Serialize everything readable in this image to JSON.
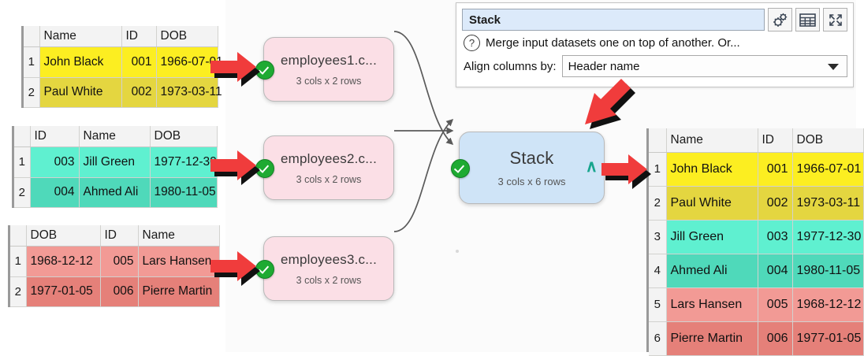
{
  "app": {
    "canvas_background": "#fbfbfb",
    "accent_annotation_color": "#f03c3c"
  },
  "panel": {
    "name_value": "Stack",
    "description": "Merge input datasets one on top of another. Or...",
    "help_icon": "question-mark-icon",
    "align_label": "Align columns by:",
    "align_value": "Header name",
    "buttons": [
      {
        "name": "settings-gears-icon",
        "label": ""
      },
      {
        "name": "table-grid-icon",
        "label": ""
      },
      {
        "name": "expand-icon",
        "label": ""
      }
    ]
  },
  "nodes": [
    {
      "id": "node1",
      "title": "employees1.c...",
      "subtitle": "3 cols x 2 rows",
      "status": "ok",
      "color": "#fbdfe6"
    },
    {
      "id": "node2",
      "title": "employees2.c...",
      "subtitle": "3 cols x 2 rows",
      "status": "ok",
      "color": "#fbdfe6"
    },
    {
      "id": "node3",
      "title": "employees3.c...",
      "subtitle": "3 cols x 2 rows",
      "status": "ok",
      "color": "#fbdfe6"
    },
    {
      "id": "nodeS",
      "title": "Stack",
      "subtitle": "3 cols x 6 rows",
      "status": "ok",
      "color": "#cfe4f7",
      "output_caret": "∧"
    }
  ],
  "tables": {
    "employees1": {
      "headers": [
        "",
        "Name",
        "ID",
        "DOB"
      ],
      "rows": [
        {
          "num": "1",
          "cells": [
            "John Black",
            "001",
            "1966-07-01"
          ]
        },
        {
          "num": "2",
          "cells": [
            "Paul White",
            "002",
            "1973-03-11"
          ]
        }
      ],
      "fill": "#fcee21"
    },
    "employees2": {
      "headers": [
        "",
        "ID",
        "Name",
        "DOB"
      ],
      "rows": [
        {
          "num": "1",
          "cells": [
            "003",
            "Jill Green",
            "1977-12-30"
          ]
        },
        {
          "num": "2",
          "cells": [
            "004",
            "Ahmed Ali",
            "1980-11-05"
          ]
        }
      ],
      "fill": "#5ff0d0"
    },
    "employees3": {
      "headers": [
        "",
        "DOB",
        "ID",
        "Name"
      ],
      "rows": [
        {
          "num": "1",
          "cells": [
            "1968-12-12",
            "005",
            "Lars Hansen"
          ]
        },
        {
          "num": "2",
          "cells": [
            "1977-01-05",
            "006",
            "Pierre Martin"
          ]
        }
      ],
      "fill": "#f29a95"
    },
    "output": {
      "headers": [
        "",
        "Name",
        "ID",
        "DOB"
      ],
      "rows": [
        {
          "num": "1",
          "cells": [
            "John Black",
            "001",
            "1966-07-01"
          ]
        },
        {
          "num": "2",
          "cells": [
            "Paul White",
            "002",
            "1973-03-11"
          ]
        },
        {
          "num": "3",
          "cells": [
            "Jill Green",
            "003",
            "1977-12-30"
          ]
        },
        {
          "num": "4",
          "cells": [
            "Ahmed Ali",
            "004",
            "1980-11-05"
          ]
        },
        {
          "num": "5",
          "cells": [
            "Lars Hansen",
            "005",
            "1968-12-12"
          ]
        },
        {
          "num": "6",
          "cells": [
            "Pierre Martin",
            "006",
            "1977-01-05"
          ]
        }
      ]
    }
  }
}
